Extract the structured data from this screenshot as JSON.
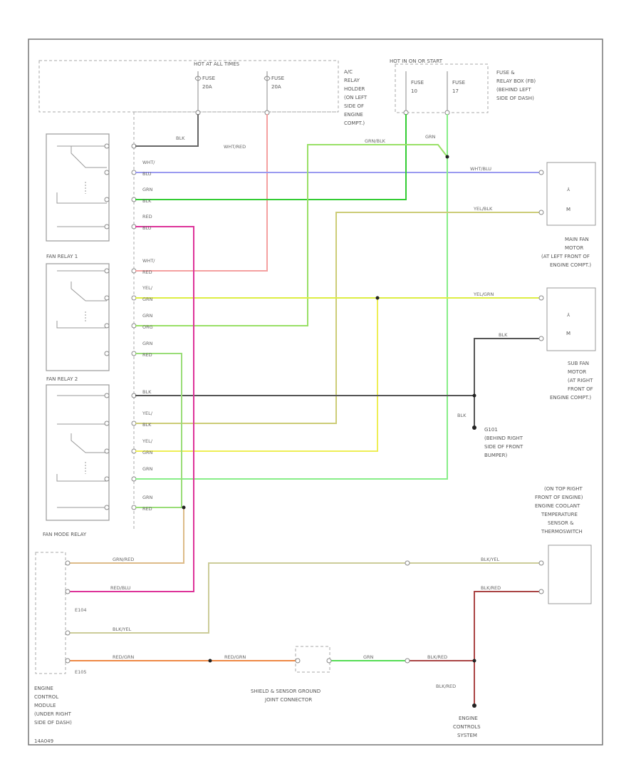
{
  "labels": {
    "hot_ign": "HOT AT ALL TIMES",
    "hot_run": "HOT IN ON OR START",
    "fuse_20a_1": "FUSE",
    "fuse_20a_1_val": "20A",
    "fuse_20a_2": "FUSE",
    "fuse_20a_2_val": "20A",
    "fuse_10": "FUSE",
    "fuse_10_val": "10",
    "fuse_17": "FUSE",
    "fuse_17_val": "17",
    "ac_relay_1": "A/C",
    "ac_relay_2": "RELAY",
    "ac_relay_3": "HOLDER",
    "ac_relay_4": "(ON LEFT",
    "ac_relay_5": "SIDE OF",
    "ac_relay_6": "ENGINE",
    "ac_relay_7": "COMPT.)",
    "fuse_box_1": "FUSE &",
    "fuse_box_2": "RELAY BOX (FB)",
    "fuse_box_3": "(BEHIND LEFT",
    "fuse_box_4": "SIDE OF DASH)",
    "fan_relay_1": "FAN RELAY 1",
    "fan_relay_2": "FAN RELAY 2",
    "fan_mode_relay": "FAN MODE RELAY",
    "main_fan_1": "MAIN FAN",
    "main_fan_2": "MOTOR",
    "main_fan_3": "(AT LEFT FRONT OF",
    "main_fan_4": "ENGINE COMPT.)",
    "sub_fan_1": "SUB FAN",
    "sub_fan_2": "MOTOR",
    "sub_fan_3": "(AT RIGHT",
    "sub_fan_4": "FRONT OF",
    "sub_fan_5": "ENGINE COMPT.)",
    "gnd_1": "G101",
    "gnd_2": "(BEHIND RIGHT",
    "gnd_3": "SIDE OF FRONT",
    "gnd_4": "BUMPER)",
    "ect_1": "(ON TOP RIGHT",
    "ect_2": "FRONT OF ENGINE)",
    "ect_3": "ENGINE COOLANT",
    "ect_4": "TEMPERATURE",
    "ect_5": "SENSOR &",
    "ect_6": "THERMOSWITCH",
    "ecm_1": "ENGINE",
    "ecm_2": "CONTROL",
    "ecm_3": "MODULE",
    "ecm_4": "(UNDER RIGHT",
    "ecm_5": "SIDE OF DASH)",
    "ecm_code": "14A049",
    "shield_1": "SHIELD & SENSOR GROUND",
    "shield_2": "JOINT CONNECTOR",
    "engine_ctrl_1": "ENGINE",
    "engine_ctrl_2": "CONTROLS",
    "engine_ctrl_3": "SYSTEM",
    "blk_gnd": "BLK",
    "blk_red_gnd": "BLK/RED",
    "e104": "E104",
    "e105": "E105"
  },
  "wires": {
    "blk_top": "BLK",
    "wht_red_top": "WHT/RED",
    "grn_blk_top": "GRN/BLK",
    "grn_top": "GRN",
    "wht_blu_r": "WHT/BLU",
    "yel_blk_r": "YEL/BLK",
    "yel_grn_r": "YEL/GRN",
    "blk_r": "BLK",
    "wht_blu_l1": "WHT/",
    "wht_blu_l2": "BLU",
    "grn_blk_l1": "GRN",
    "grn_blk_l2": "BLK",
    "red_blu_l1": "RED",
    "red_blu_l2": "BLU",
    "wht_red_l1": "WHT/",
    "wht_red_l2": "RED",
    "yel_grn_l1": "YEL/",
    "yel_grn_l2": "GRN",
    "grn_org_l1": "GRN",
    "grn_org_l2": "ORG",
    "grn_red_l1": "GRN",
    "grn_red_l2": "RED",
    "blk_l": "BLK",
    "yel_blk_l1": "YEL/",
    "yel_blk_l2": "BLK",
    "yel_grn2_l1": "YEL/",
    "yel_grn2_l2": "GRN",
    "grn_l": "GRN",
    "grn_red2_l1": "GRN",
    "grn_red2_l2": "RED",
    "grn_red_b": "GRN/RED",
    "red_blu_b": "RED/BLU",
    "blk_yel_b": "BLK/YEL",
    "red_grn_b": "RED/GRN",
    "red_grn_b2": "RED/GRN",
    "grn_b": "GRN",
    "blk_red_b": "BLK/RED",
    "blk_yel_r": "BLK/YEL",
    "blk_red_r": "BLK/RED"
  }
}
